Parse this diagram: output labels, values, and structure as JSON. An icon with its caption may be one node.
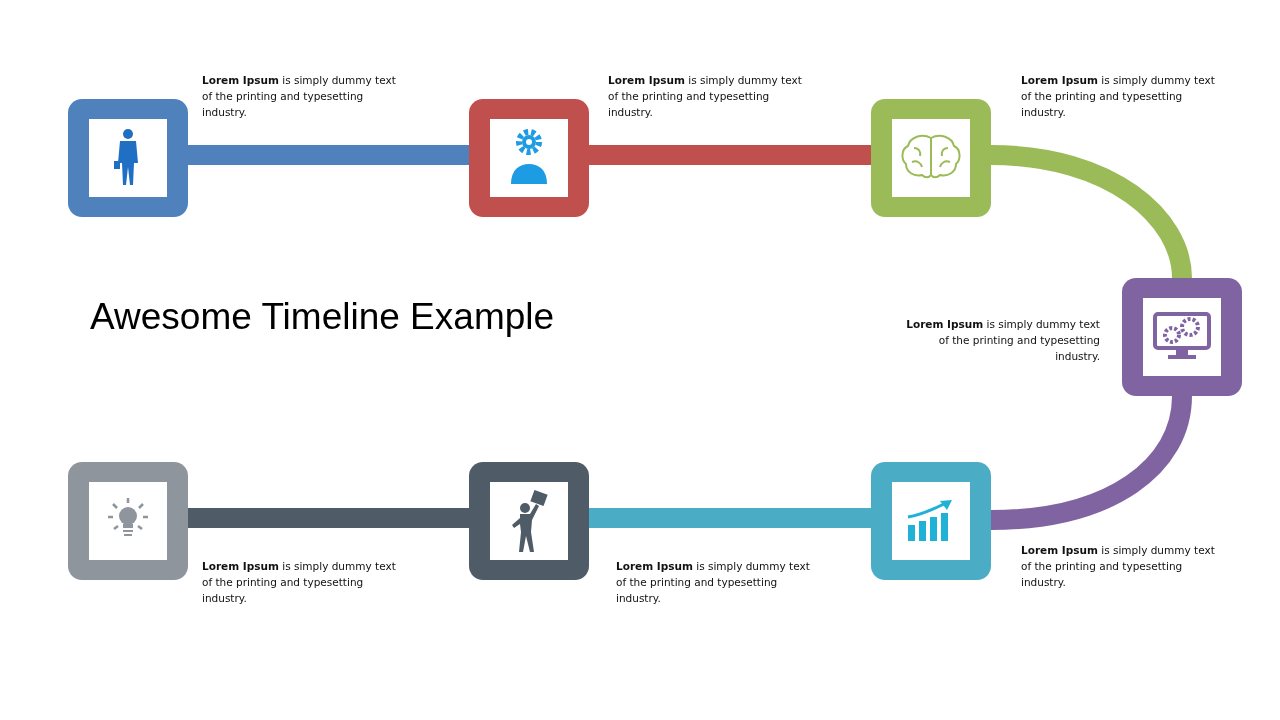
{
  "diagram": {
    "title": "Awesome Timeline Example",
    "nodes": [
      {
        "text": [],
        "shape": "picture",
        "beside": [
          "**Lorem Ipsum** is simply dummy text of the printing and typesetting industry."
        ]
      },
      {
        "text": [],
        "shape": "picture",
        "beside": [
          "**Lorem Ipsum** is simply dummy text of the printing and typesetting industry."
        ]
      },
      {
        "text": [],
        "shape": "picture",
        "beside": [
          "**Lorem Ipsum** is simply dummy text of the printing and typesetting industry."
        ]
      },
      {
        "text": [],
        "shape": "picture",
        "beside": [
          "**Lorem Ipsum** is simply dummy text of the printing and typesetting industry."
        ]
      },
      {
        "text": [],
        "shape": "picture",
        "beside": [
          "**Lorem Ipsum** is simply dummy text of the printing and typesetting industry."
        ]
      },
      {
        "text": [],
        "shape": "picture",
        "beside": [
          "**Lorem Ipsum** is simply dummy text of the printing and typesetting industry."
        ]
      },
      {
        "text": [],
        "shape": "picture",
        "beside": [
          "**Lorem Ipsum** is simply dummy text of the printing and typesetting industry."
        ]
      }
    ],
    "edges": [
      {
        "from": 0,
        "to": 1,
        "arrow": "none",
        "color": "#4f81bd"
      },
      {
        "from": 1,
        "to": 2,
        "arrow": "none",
        "color": "#c0504d"
      },
      {
        "from": 2,
        "to": 3,
        "arrow": "none",
        "color": "#9bbb59"
      },
      {
        "from": 3,
        "to": 4,
        "arrow": "none",
        "color": "#8064a2"
      },
      {
        "from": 4,
        "to": 5,
        "arrow": "none",
        "color": "#4bacc6"
      },
      {
        "from": 5,
        "to": 6,
        "arrow": "none",
        "color": "#4f5b66"
      }
    ]
  }
}
